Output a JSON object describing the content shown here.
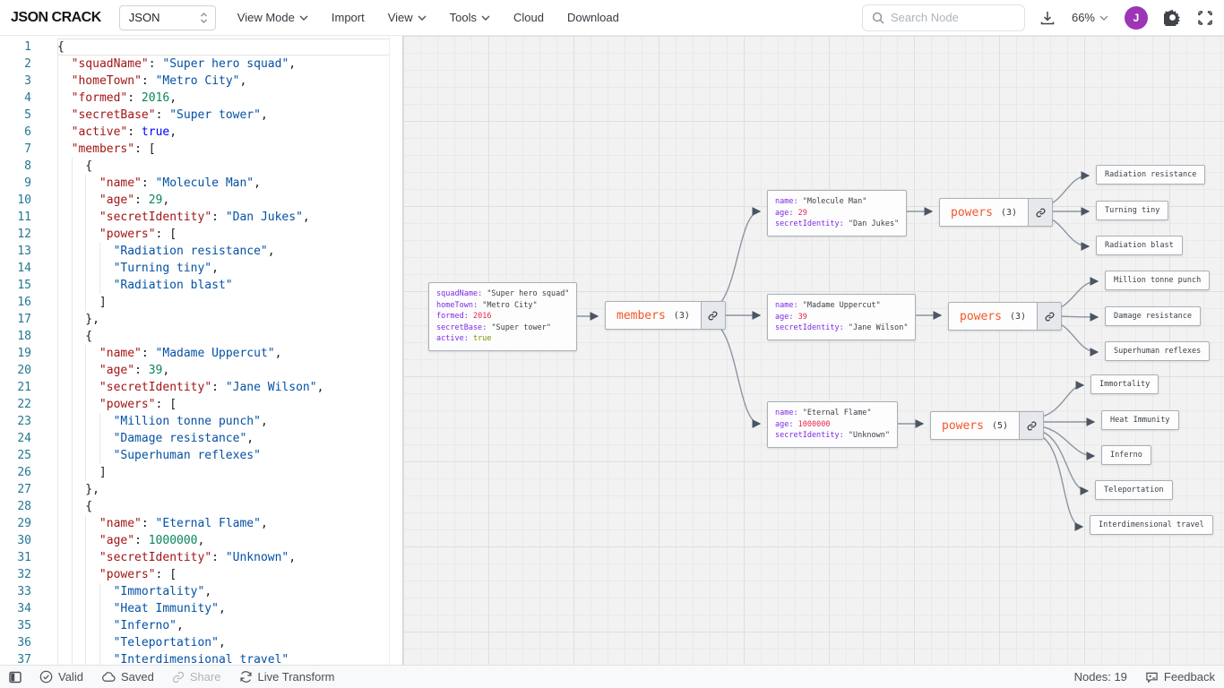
{
  "toolbar": {
    "logo": "JSON CRACK",
    "format_select": "JSON",
    "menu": [
      "View Mode",
      "Import",
      "View",
      "Tools",
      "Cloud",
      "Download"
    ],
    "search_placeholder": "Search Node",
    "zoom_level": "66%",
    "avatar_initial": "J"
  },
  "editor": {
    "lines": [
      {
        "ind": 0,
        "seg": [
          [
            "p",
            "{"
          ]
        ]
      },
      {
        "ind": 1,
        "seg": [
          [
            "k",
            "\"squadName\""
          ],
          [
            "p",
            ": "
          ],
          [
            "s",
            "\"Super hero squad\""
          ],
          [
            "p",
            ","
          ]
        ]
      },
      {
        "ind": 1,
        "seg": [
          [
            "k",
            "\"homeTown\""
          ],
          [
            "p",
            ": "
          ],
          [
            "s",
            "\"Metro City\""
          ],
          [
            "p",
            ","
          ]
        ]
      },
      {
        "ind": 1,
        "seg": [
          [
            "k",
            "\"formed\""
          ],
          [
            "p",
            ": "
          ],
          [
            "n",
            "2016"
          ],
          [
            "p",
            ","
          ]
        ]
      },
      {
        "ind": 1,
        "seg": [
          [
            "k",
            "\"secretBase\""
          ],
          [
            "p",
            ": "
          ],
          [
            "s",
            "\"Super tower\""
          ],
          [
            "p",
            ","
          ]
        ]
      },
      {
        "ind": 1,
        "seg": [
          [
            "k",
            "\"active\""
          ],
          [
            "p",
            ": "
          ],
          [
            "b",
            "true"
          ],
          [
            "p",
            ","
          ]
        ]
      },
      {
        "ind": 1,
        "seg": [
          [
            "k",
            "\"members\""
          ],
          [
            "p",
            ": ["
          ]
        ]
      },
      {
        "ind": 2,
        "seg": [
          [
            "p",
            "{"
          ]
        ]
      },
      {
        "ind": 3,
        "seg": [
          [
            "k",
            "\"name\""
          ],
          [
            "p",
            ": "
          ],
          [
            "s",
            "\"Molecule Man\""
          ],
          [
            "p",
            ","
          ]
        ]
      },
      {
        "ind": 3,
        "seg": [
          [
            "k",
            "\"age\""
          ],
          [
            "p",
            ": "
          ],
          [
            "n",
            "29"
          ],
          [
            "p",
            ","
          ]
        ]
      },
      {
        "ind": 3,
        "seg": [
          [
            "k",
            "\"secretIdentity\""
          ],
          [
            "p",
            ": "
          ],
          [
            "s",
            "\"Dan Jukes\""
          ],
          [
            "p",
            ","
          ]
        ]
      },
      {
        "ind": 3,
        "seg": [
          [
            "k",
            "\"powers\""
          ],
          [
            "p",
            ": ["
          ]
        ]
      },
      {
        "ind": 4,
        "seg": [
          [
            "s",
            "\"Radiation resistance\""
          ],
          [
            "p",
            ","
          ]
        ]
      },
      {
        "ind": 4,
        "seg": [
          [
            "s",
            "\"Turning tiny\""
          ],
          [
            "p",
            ","
          ]
        ]
      },
      {
        "ind": 4,
        "seg": [
          [
            "s",
            "\"Radiation blast\""
          ]
        ]
      },
      {
        "ind": 3,
        "seg": [
          [
            "p",
            "]"
          ]
        ]
      },
      {
        "ind": 2,
        "seg": [
          [
            "p",
            "},"
          ]
        ]
      },
      {
        "ind": 2,
        "seg": [
          [
            "p",
            "{"
          ]
        ]
      },
      {
        "ind": 3,
        "seg": [
          [
            "k",
            "\"name\""
          ],
          [
            "p",
            ": "
          ],
          [
            "s",
            "\"Madame Uppercut\""
          ],
          [
            "p",
            ","
          ]
        ]
      },
      {
        "ind": 3,
        "seg": [
          [
            "k",
            "\"age\""
          ],
          [
            "p",
            ": "
          ],
          [
            "n",
            "39"
          ],
          [
            "p",
            ","
          ]
        ]
      },
      {
        "ind": 3,
        "seg": [
          [
            "k",
            "\"secretIdentity\""
          ],
          [
            "p",
            ": "
          ],
          [
            "s",
            "\"Jane Wilson\""
          ],
          [
            "p",
            ","
          ]
        ]
      },
      {
        "ind": 3,
        "seg": [
          [
            "k",
            "\"powers\""
          ],
          [
            "p",
            ": ["
          ]
        ]
      },
      {
        "ind": 4,
        "seg": [
          [
            "s",
            "\"Million tonne punch\""
          ],
          [
            "p",
            ","
          ]
        ]
      },
      {
        "ind": 4,
        "seg": [
          [
            "s",
            "\"Damage resistance\""
          ],
          [
            "p",
            ","
          ]
        ]
      },
      {
        "ind": 4,
        "seg": [
          [
            "s",
            "\"Superhuman reflexes\""
          ]
        ]
      },
      {
        "ind": 3,
        "seg": [
          [
            "p",
            "]"
          ]
        ]
      },
      {
        "ind": 2,
        "seg": [
          [
            "p",
            "},"
          ]
        ]
      },
      {
        "ind": 2,
        "seg": [
          [
            "p",
            "{"
          ]
        ]
      },
      {
        "ind": 3,
        "seg": [
          [
            "k",
            "\"name\""
          ],
          [
            "p",
            ": "
          ],
          [
            "s",
            "\"Eternal Flame\""
          ],
          [
            "p",
            ","
          ]
        ]
      },
      {
        "ind": 3,
        "seg": [
          [
            "k",
            "\"age\""
          ],
          [
            "p",
            ": "
          ],
          [
            "n",
            "1000000"
          ],
          [
            "p",
            ","
          ]
        ]
      },
      {
        "ind": 3,
        "seg": [
          [
            "k",
            "\"secretIdentity\""
          ],
          [
            "p",
            ": "
          ],
          [
            "s",
            "\"Unknown\""
          ],
          [
            "p",
            ","
          ]
        ]
      },
      {
        "ind": 3,
        "seg": [
          [
            "k",
            "\"powers\""
          ],
          [
            "p",
            ": ["
          ]
        ]
      },
      {
        "ind": 4,
        "seg": [
          [
            "s",
            "\"Immortality\""
          ],
          [
            "p",
            ","
          ]
        ]
      },
      {
        "ind": 4,
        "seg": [
          [
            "s",
            "\"Heat Immunity\""
          ],
          [
            "p",
            ","
          ]
        ]
      },
      {
        "ind": 4,
        "seg": [
          [
            "s",
            "\"Inferno\""
          ],
          [
            "p",
            ","
          ]
        ]
      },
      {
        "ind": 4,
        "seg": [
          [
            "s",
            "\"Teleportation\""
          ],
          [
            "p",
            ","
          ]
        ]
      },
      {
        "ind": 4,
        "seg": [
          [
            "s",
            "\"Interdimensional travel\""
          ]
        ]
      }
    ]
  },
  "graph": {
    "root": {
      "rows": [
        {
          "k": "squadName",
          "v": "\"Super hero squad\""
        },
        {
          "k": "homeTown",
          "v": "\"Metro City\""
        },
        {
          "k": "formed",
          "v": "2016"
        },
        {
          "k": "secretBase",
          "v": "\"Super tower\""
        },
        {
          "k": "active",
          "v": "true"
        }
      ]
    },
    "members": {
      "label": "members",
      "count": "(3)"
    },
    "m1": {
      "rows": [
        {
          "k": "name",
          "v": "\"Molecule Man\""
        },
        {
          "k": "age",
          "v": "29"
        },
        {
          "k": "secretIdentity",
          "v": "\"Dan Jukes\""
        }
      ]
    },
    "m2": {
      "rows": [
        {
          "k": "name",
          "v": "\"Madame Uppercut\""
        },
        {
          "k": "age",
          "v": "39"
        },
        {
          "k": "secretIdentity",
          "v": "\"Jane Wilson\""
        }
      ]
    },
    "m3": {
      "rows": [
        {
          "k": "name",
          "v": "\"Eternal Flame\""
        },
        {
          "k": "age",
          "v": "1000000"
        },
        {
          "k": "secretIdentity",
          "v": "\"Unknown\""
        }
      ]
    },
    "p1": {
      "label": "powers",
      "count": "(3)"
    },
    "p2": {
      "label": "powers",
      "count": "(3)"
    },
    "p3": {
      "label": "powers",
      "count": "(5)"
    },
    "leaves": {
      "rr": "Radiation resistance",
      "tt": "Turning tiny",
      "rb": "Radiation blast",
      "mtp": "Million tonne punch",
      "dr": "Damage resistance",
      "sr": "Superhuman reflexes",
      "im": "Immortality",
      "hi": "Heat Immunity",
      "inf": "Inferno",
      "tel": "Teleportation",
      "it": "Interdimensional travel"
    }
  },
  "statusbar": {
    "valid": "Valid",
    "saved": "Saved",
    "share": "Share",
    "live": "Live Transform",
    "nodes": "Nodes: 19",
    "feedback": "Feedback"
  },
  "colors": {
    "accent_orange": "#f4562a",
    "key_purple": "#7c2ae8",
    "number_pink": "#e5254e",
    "bool_olive": "#7d9100",
    "avatar_purple": "#9c36b5",
    "editor_key": "#a31515",
    "editor_string": "#0451a5",
    "editor_number": "#098658",
    "editor_bool": "#0000ff"
  }
}
